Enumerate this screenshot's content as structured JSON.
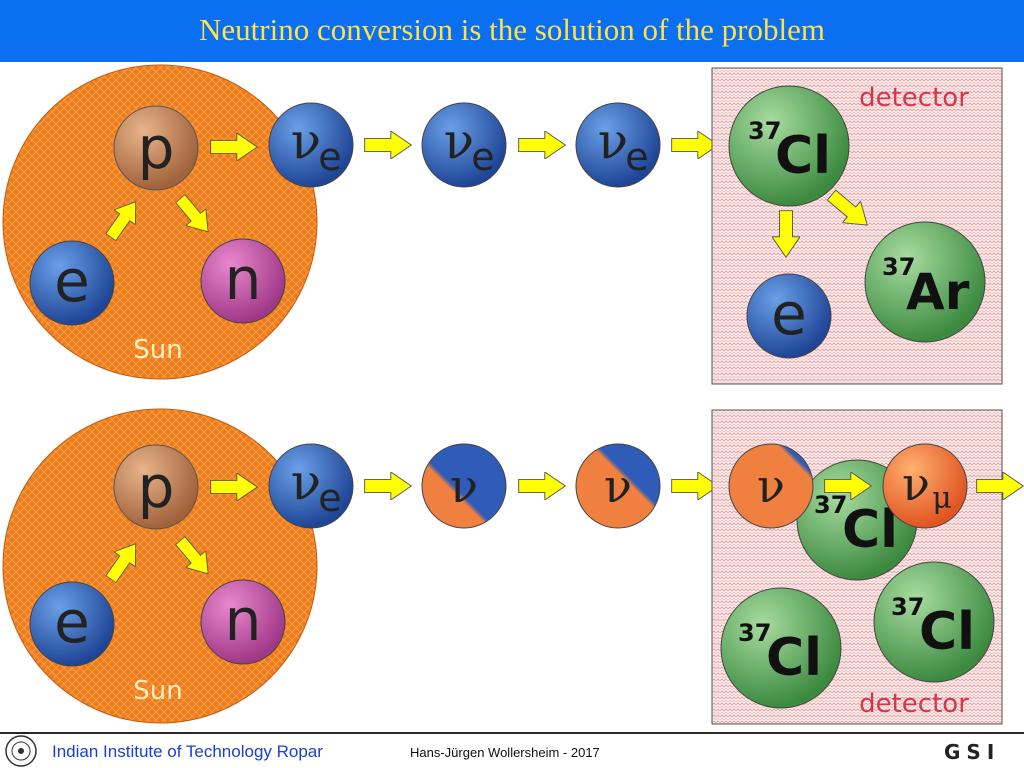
{
  "title": "Neutrino conversion is the solution of the problem",
  "colors": {
    "title_bar": "#0a6ff0",
    "title_text": "#ffe14a",
    "sun": "#f07a20",
    "arrow": "#ffff00",
    "detector_label": "#d8354a",
    "footer_institute": "#1a3fd0"
  },
  "top_panel": {
    "sun_label": "Sun",
    "proton": "p",
    "electron": "e",
    "neutron": "n",
    "neutrino_symbol": "ν",
    "neutrino_sub": "e",
    "detector_label": "detector",
    "cl_mass": "37",
    "cl_symbol": "Cl",
    "ar_mass": "37",
    "ar_symbol": "Ar",
    "out_electron": "e"
  },
  "bottom_panel": {
    "sun_label": "Sun",
    "proton": "p",
    "electron": "e",
    "neutron": "n",
    "neutrino_symbol": "ν",
    "neutrino_sub": "e",
    "nu_generic": "ν",
    "mu_neutrino_symbol": "ν",
    "mu_sub": "μ",
    "detector_label": "detector",
    "cl_mass": "37",
    "cl_symbol": "Cl"
  },
  "footer": {
    "institute": "Indian Institute of Technology Ropar",
    "author": "Hans-Jürgen Wollersheim - 2017",
    "logo_text": "GSI"
  }
}
